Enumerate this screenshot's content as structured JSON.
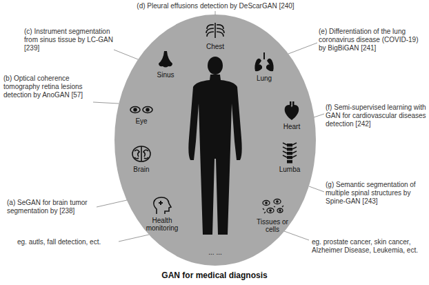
{
  "diagram": {
    "title": "GAN for medical diagnosis",
    "nodes": [
      {
        "text": [
          "Chest",
          "Sinus",
          "Lung",
          "Eye",
          "Heart",
          "Brain",
          "Lumba",
          "Health monitoring",
          "Tissues or cells",
          "... ..."
        ]
      }
    ],
    "labels": [
      "(d) Pleural effusions detection by DeScarGAN [240]",
      "(c) Instrument segmentation from sinus tissue by LC-GAN [239]",
      "(e) Differentiation of the lung coronavirus disease (COVID-19) by BigBiGAN [241]",
      "(b) Optical coherence tomography retina lesions detection by AnoGAN [57]",
      "(f) Semi-supervised learning with GAN for cardiovascular diseases detection [242]",
      "(a) SeGAN for brain tumor segmentation by [238]",
      "(g) Semantic segmentation of multiple spinal structures by Spine-GAN [243]",
      "eg. autls, fall detection, ect.",
      "eg. prostate cancer, skin cancer, Alzheimer Disease, Leukemia, ect."
    ]
  }
}
